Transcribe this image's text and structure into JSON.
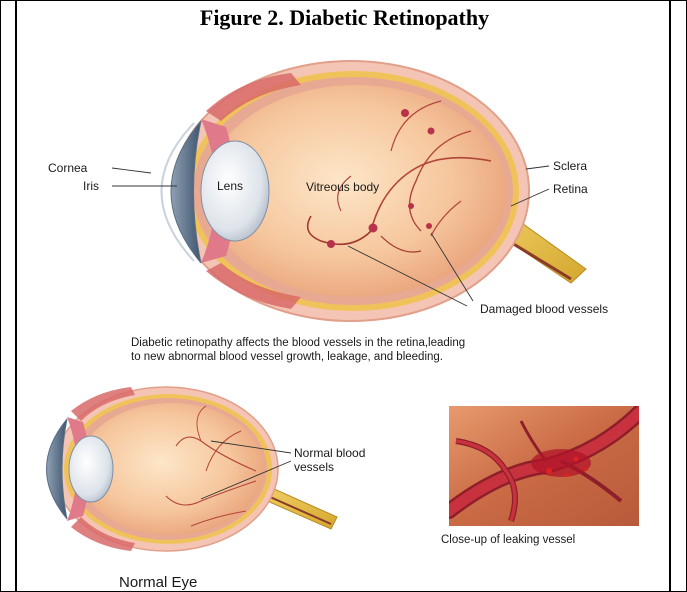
{
  "figure": {
    "title": "Figure 2. Diabetic Retinopathy"
  },
  "labels": {
    "cornea": "Cornea",
    "iris": "Iris",
    "lens": "Lens",
    "vitreous": "Vitreous body",
    "sclera": "Sclera",
    "retina": "Retina",
    "damaged": "Damaged blood vessels",
    "normal_vessels_1": "Normal blood",
    "normal_vessels_2": "vessels",
    "closeup": "Close-up of leaking vessel",
    "normal_eye": "Normal Eye"
  },
  "caption": {
    "line1": "Diabetic retinopathy affects the blood vessels in the retina,leading",
    "line2": "to new abnormal blood vessel growth, leakage, and bleeding."
  }
}
